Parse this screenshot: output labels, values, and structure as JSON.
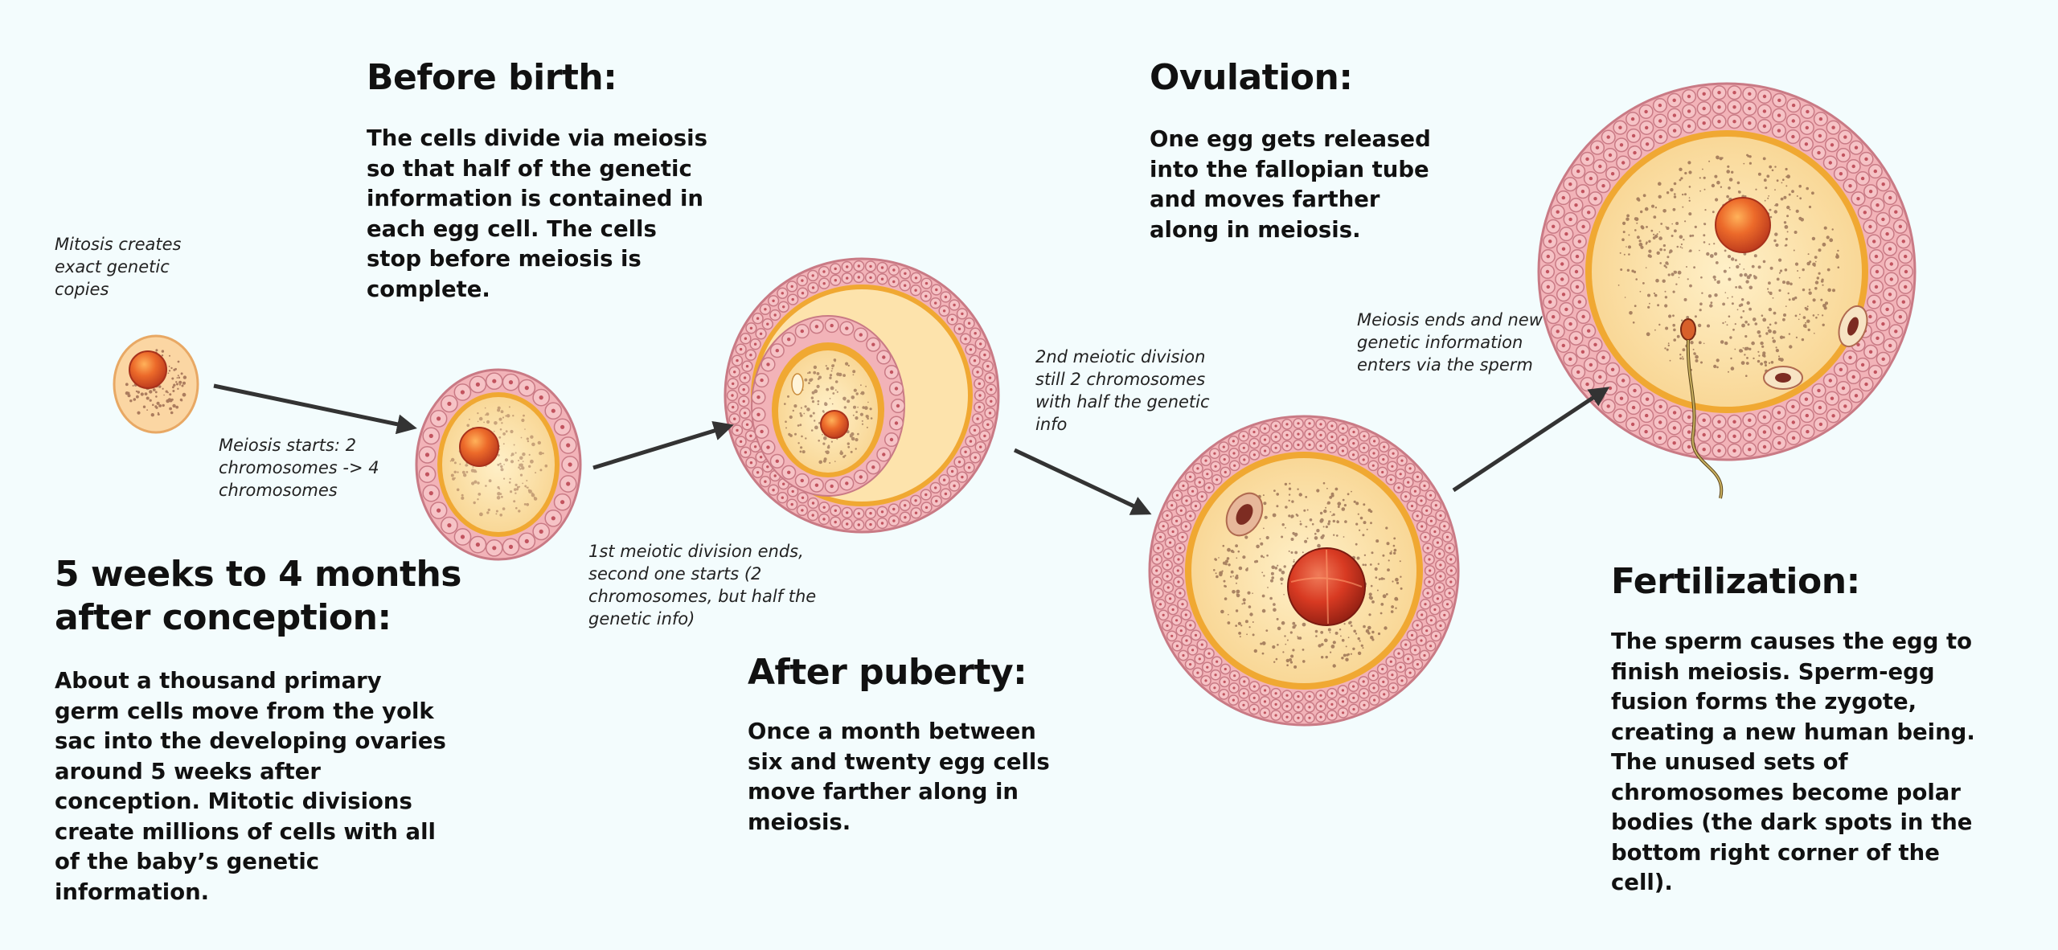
{
  "sections": {
    "before_birth": {
      "heading": "Before birth:",
      "body": "The cells divide via meiosis so that half of the genetic information is contained in each egg cell. The cells stop before meiosis is complete."
    },
    "ovulation": {
      "heading": "Ovulation:",
      "body": "One egg gets released into the fallopian tube and moves farther along in meiosis."
    },
    "weeks": {
      "heading": "5 weeks to 4 months after conception:",
      "body": "About a thousand primary germ cells move from the yolk sac into the developing ovaries around 5 weeks after conception. Mitotic divisions create millions of cells with all of the baby’s genetic information."
    },
    "after_puberty": {
      "heading": "After puberty:",
      "body": "Once a month between six and twenty egg cells move farther along in meiosis."
    },
    "fertilization": {
      "heading": "Fertilization:",
      "body": "The sperm causes the egg to finish meiosis. Sperm-egg fusion forms the zygote, creating a new human being. The unused sets of chromosomes become polar bodies (the dark spots in the bottom right corner of the cell)."
    }
  },
  "notes": {
    "mitosis": "Mitosis creates exact genetic copies",
    "meiosis_start": "Meiosis starts: 2 chromosomes -> 4 chromosomes",
    "first_division": "1st meiotic division ends, second one starts (2 chromosomes, but half the genetic info)",
    "second_division": "2nd meiotic division still 2 chromosomes with half the genetic info",
    "meiosis_ends": "Meiosis ends and new genetic information enters via the sperm"
  },
  "colors": {
    "background": "#f3fcfd",
    "follicle_cell": "#f2b3b8",
    "follicle_outline": "#c97a85",
    "yolk": "#fbe2ac",
    "zona": "#f0a832",
    "nucleus": "#e8542a",
    "arrow": "#333333"
  }
}
